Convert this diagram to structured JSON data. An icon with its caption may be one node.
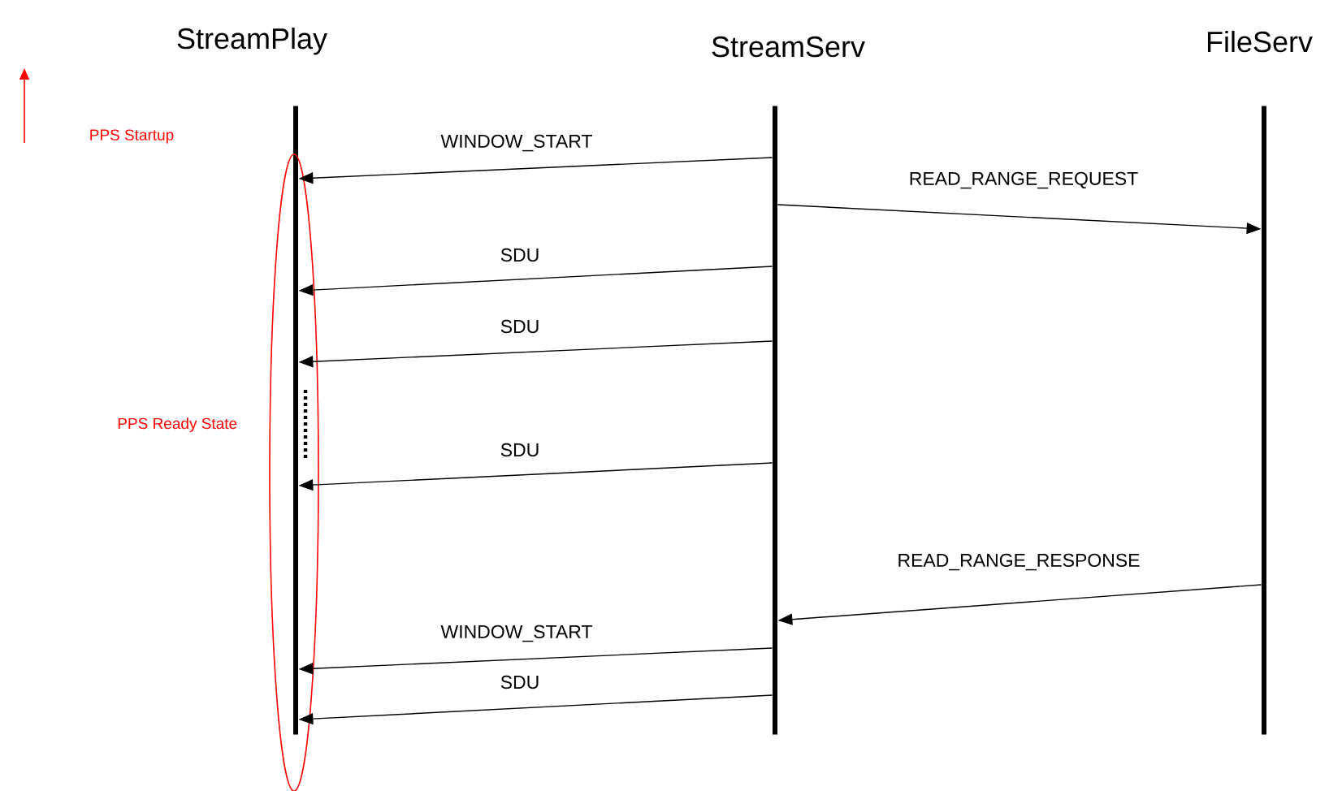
{
  "diagram": {
    "nodes": [
      {
        "text": [
          "StreamPlay"
        ]
      },
      {
        "text": [
          "StreamServ"
        ]
      },
      {
        "text": [
          "FileServ"
        ]
      },
      {
        "text": [],
        "shape": "ellipse",
        "beside": [
          "PPS Ready State"
        ]
      }
    ],
    "edges": [
      {
        "from": 1,
        "to": 0,
        "arrow": "to",
        "label": "WINDOW_START"
      },
      {
        "from": 1,
        "to": 2,
        "arrow": "to",
        "label": "READ_RANGE_REQUEST"
      },
      {
        "from": 1,
        "to": 0,
        "arrow": "to",
        "label": "SDU"
      },
      {
        "from": 1,
        "to": 0,
        "arrow": "to",
        "label": "SDU"
      },
      {
        "from": 1,
        "to": 0,
        "arrow": "to",
        "label": "SDU"
      },
      {
        "from": 2,
        "to": 1,
        "arrow": "to",
        "label": "READ_RANGE_RESPONSE"
      },
      {
        "from": 1,
        "to": 0,
        "arrow": "to",
        "label": "WINDOW_START"
      },
      {
        "from": 1,
        "to": 0,
        "arrow": "to",
        "label": "SDU"
      }
    ],
    "labels": [
      "PPS Startup"
    ]
  }
}
